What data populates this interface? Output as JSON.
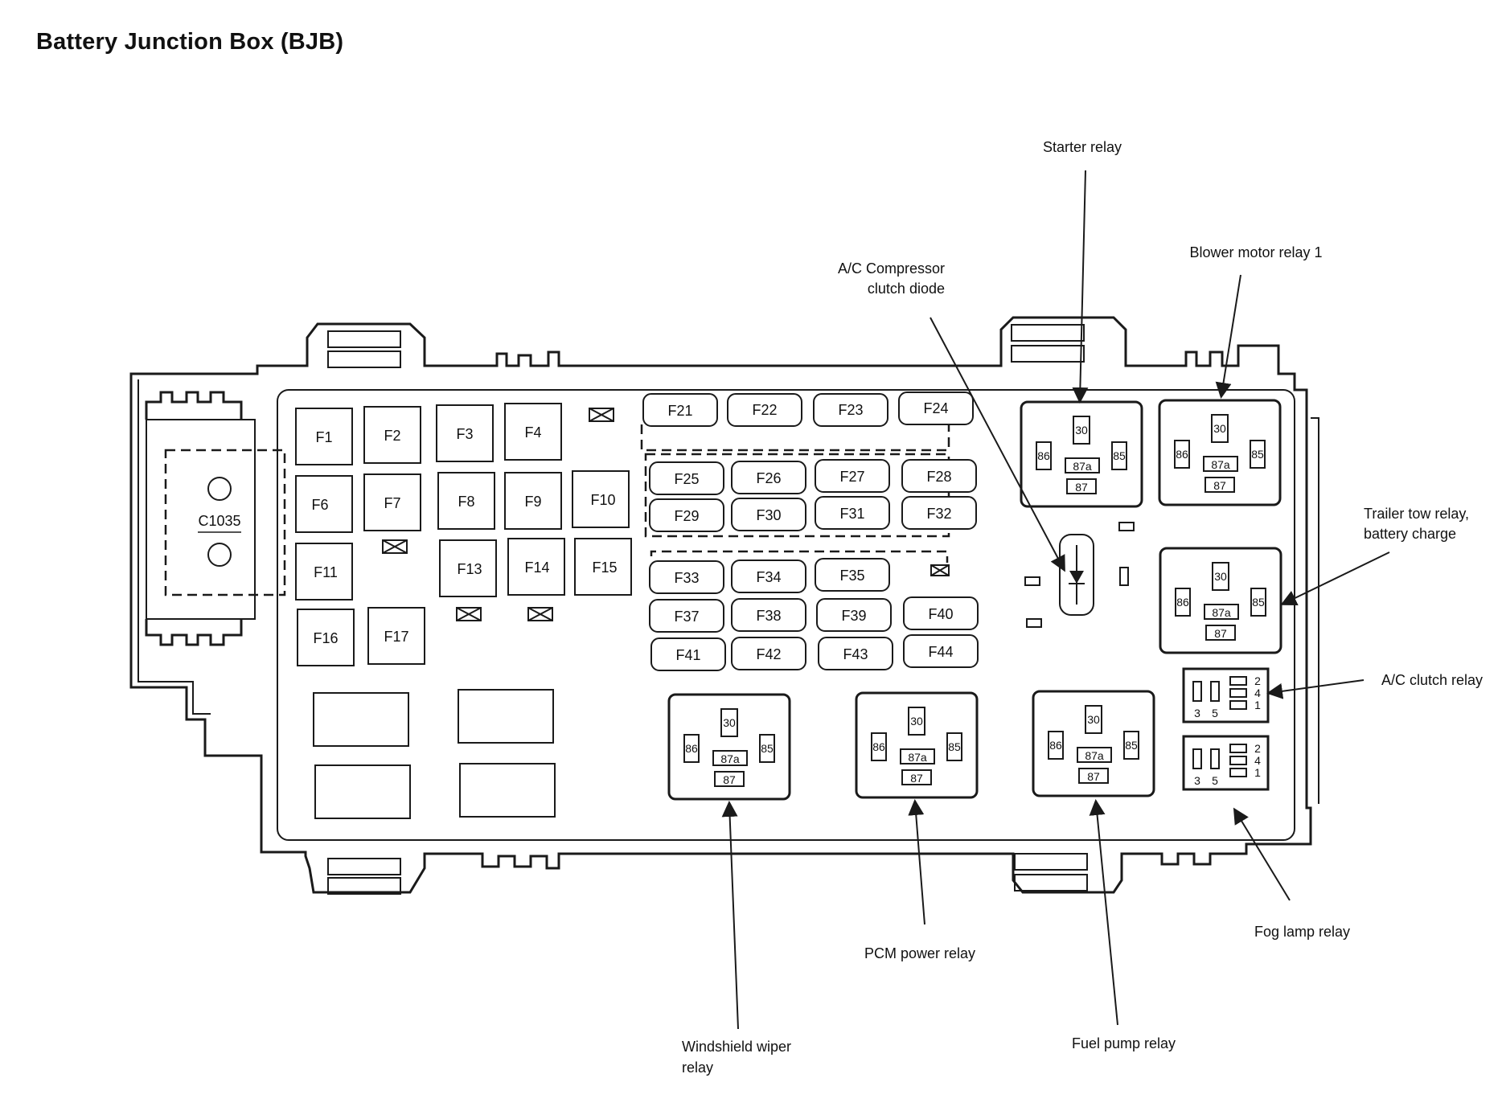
{
  "title": "Battery Junction Box (BJB)",
  "connector": "C1035",
  "fuses": {
    "f1": "F1",
    "f2": "F2",
    "f3": "F3",
    "f4": "F4",
    "f6": "F6",
    "f7": "F7",
    "f8": "F8",
    "f9": "F9",
    "f10": "F10",
    "f11": "F11",
    "f13": "F13",
    "f14": "F14",
    "f15": "F15",
    "f16": "F16",
    "f17": "F17",
    "f21": "F21",
    "f22": "F22",
    "f23": "F23",
    "f24": "F24",
    "f25": "F25",
    "f26": "F26",
    "f27": "F27",
    "f28": "F28",
    "f29": "F29",
    "f30": "F30",
    "f31": "F31",
    "f32": "F32",
    "f33": "F33",
    "f34": "F34",
    "f35": "F35",
    "f37": "F37",
    "f38": "F38",
    "f39": "F39",
    "f40": "F40",
    "f41": "F41",
    "f42": "F42",
    "f43": "F43",
    "f44": "F44"
  },
  "relay_pins": {
    "p30": "30",
    "p86": "86",
    "p85": "85",
    "p87a": "87a",
    "p87": "87"
  },
  "mini_relay_pins": {
    "p2": "2",
    "p4": "4",
    "p1": "1",
    "p3": "3",
    "p5": "5"
  },
  "labels": {
    "starter_relay": "Starter relay",
    "blower_motor_relay": "Blower motor relay 1",
    "ac_diode_line1": "A/C Compressor",
    "ac_diode_line2": "clutch diode",
    "trailer_tow_line1": "Trailer tow relay,",
    "trailer_tow_line2": "battery charge",
    "ac_clutch_relay": "A/C clutch relay",
    "fog_lamp_relay": "Fog lamp relay",
    "pcm_power_relay": "PCM power relay",
    "fuel_pump_relay": "Fuel pump relay",
    "wiper_relay_line1": "Windshield wiper",
    "wiper_relay_line2": "relay"
  }
}
